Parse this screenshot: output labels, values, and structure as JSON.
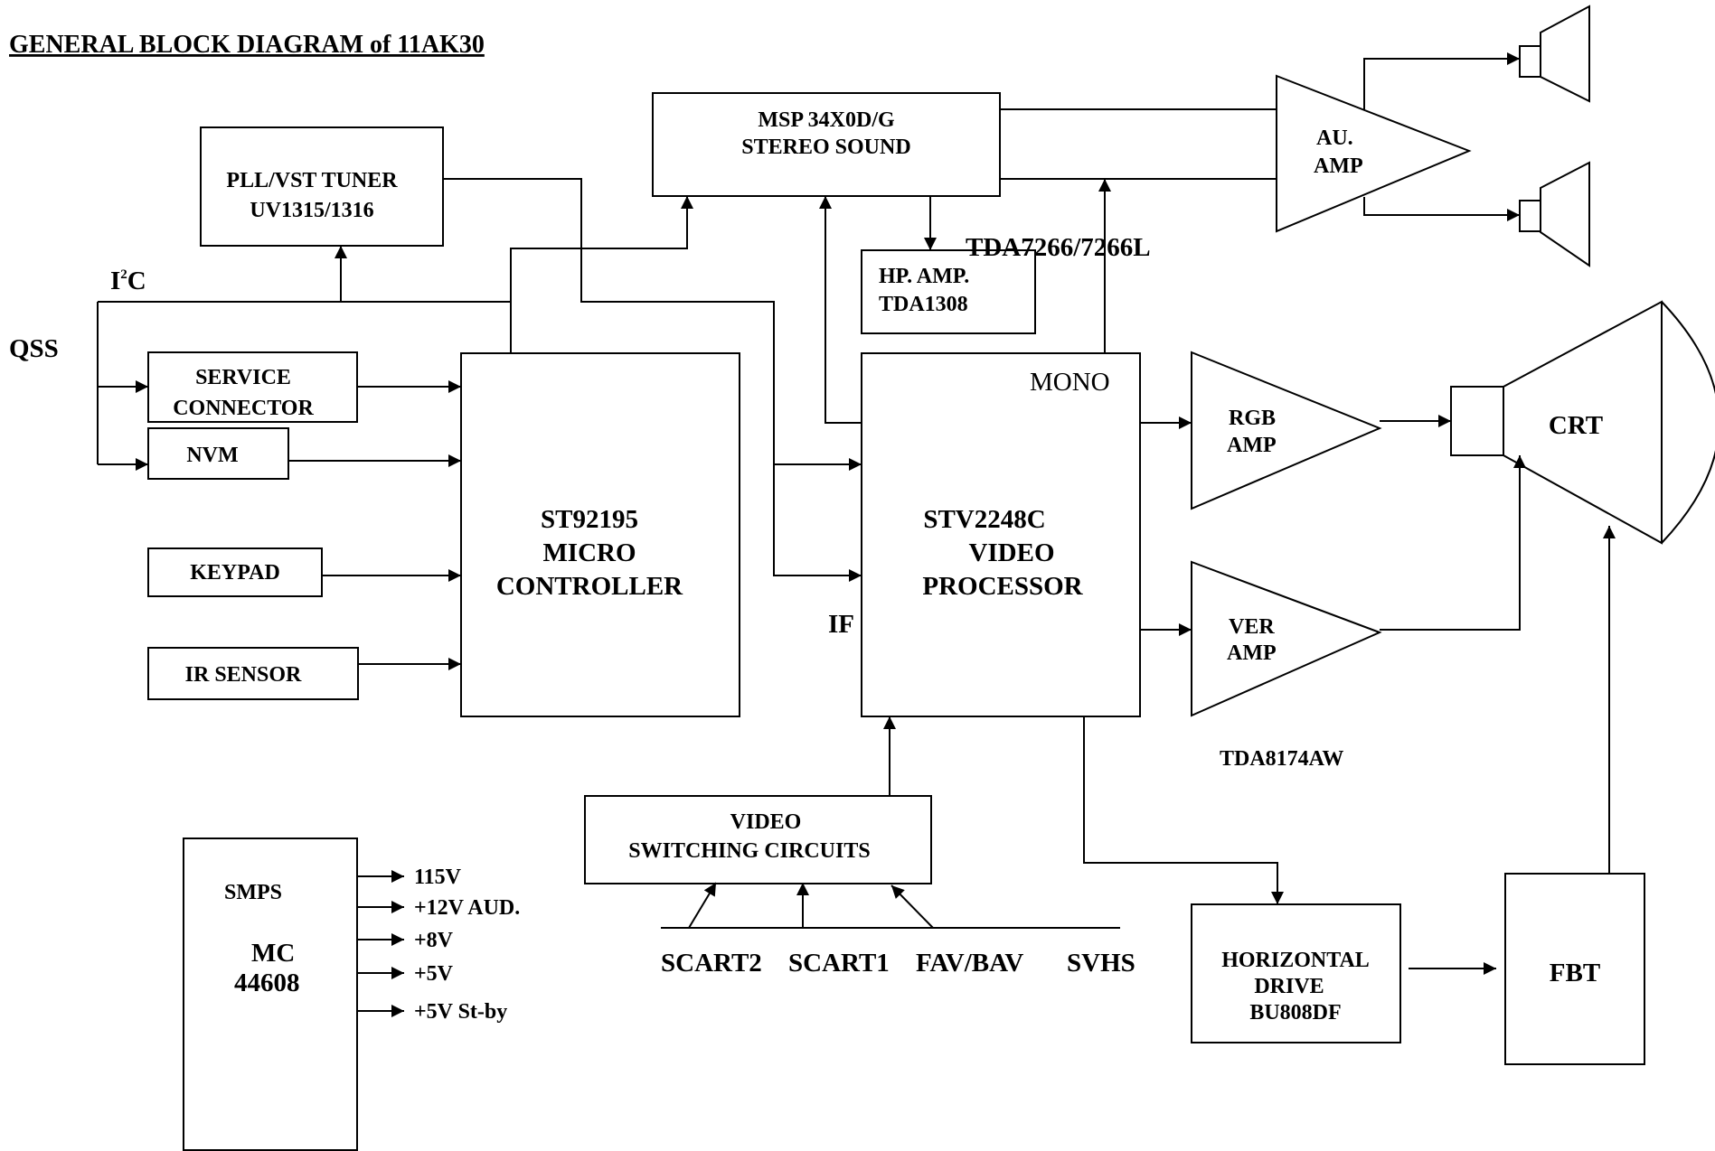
{
  "title": "GENERAL BLOCK DIAGRAM of 11AK30",
  "blocks": {
    "msp": [
      "MSP 34X0D/G",
      "STEREO SOUND"
    ],
    "tuner": [
      "PLL/VST TUNER",
      "UV1315/1316"
    ],
    "hp_amp": [
      "HP.   AMP.",
      "TDA1308"
    ],
    "au_amp": [
      "AU.",
      "AMP"
    ],
    "service_connector": [
      "SERVICE",
      "CONNECTOR"
    ],
    "nvm": "NVM",
    "keypad": "KEYPAD",
    "ir_sensor": "IR SENSOR",
    "micro": [
      "ST92195",
      "MICRO",
      "CONTROLLER"
    ],
    "video_proc": [
      "STV2248C",
      "VIDEO",
      "PROCESSOR"
    ],
    "rgb_amp": [
      "RGB",
      "AMP"
    ],
    "ver_amp": [
      "VER",
      "AMP"
    ],
    "crt": "CRT",
    "video_switch": [
      "VIDEO",
      "SWITCHING  CIRCUITS"
    ],
    "smps": [
      "SMPS",
      "MC",
      "44608"
    ],
    "horizontal": [
      "HORIZONTAL",
      "DRIVE",
      "BU808DF"
    ],
    "fbt": "FBT"
  },
  "labels": {
    "i2c_main": "I",
    "i2c_sup": "2",
    "i2c_tail": "C",
    "qss": "QSS",
    "mono": "MONO",
    "if": "IF",
    "tda7266": "TDA7266/7266L",
    "tda8174": "TDA8174AW"
  },
  "smps_outputs": [
    "115V",
    "+12V  AUD.",
    "+8V",
    "+5V",
    "+5V   St-by"
  ],
  "inputs": [
    "SCART2",
    "SCART1",
    "FAV/BAV",
    "SVHS"
  ]
}
